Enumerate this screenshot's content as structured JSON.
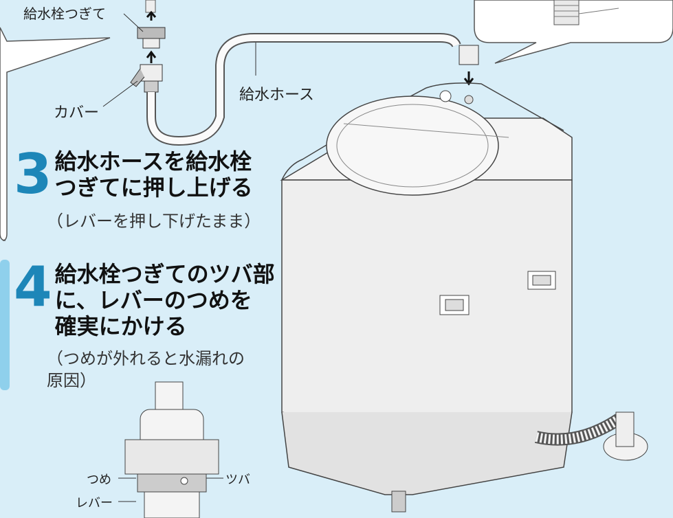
{
  "labels": {
    "faucet_joint": "給水栓つぎて",
    "cover": "カバー",
    "supply_hose": "給水ホース",
    "claw": "つめ",
    "lever": "レバー",
    "flange": "ツバ"
  },
  "steps": [
    {
      "number": "3",
      "title_lines": [
        "給水ホースを給水栓",
        "つぎてに押し上げる"
      ],
      "note_lines": [
        "（レバーを押し下げたまま）"
      ]
    },
    {
      "number": "4",
      "title_lines": [
        "給水栓つぎてのツバ部",
        "に、レバーのつめを",
        "確実にかける"
      ],
      "note_lines": [
        "（つめが外れると水漏れの",
        "原因）"
      ]
    }
  ],
  "colors": {
    "background": "#d9eef8",
    "accent": "#1d86b8",
    "callout_fill": "#ffffff",
    "tab_fill": "#8fd0ec"
  }
}
